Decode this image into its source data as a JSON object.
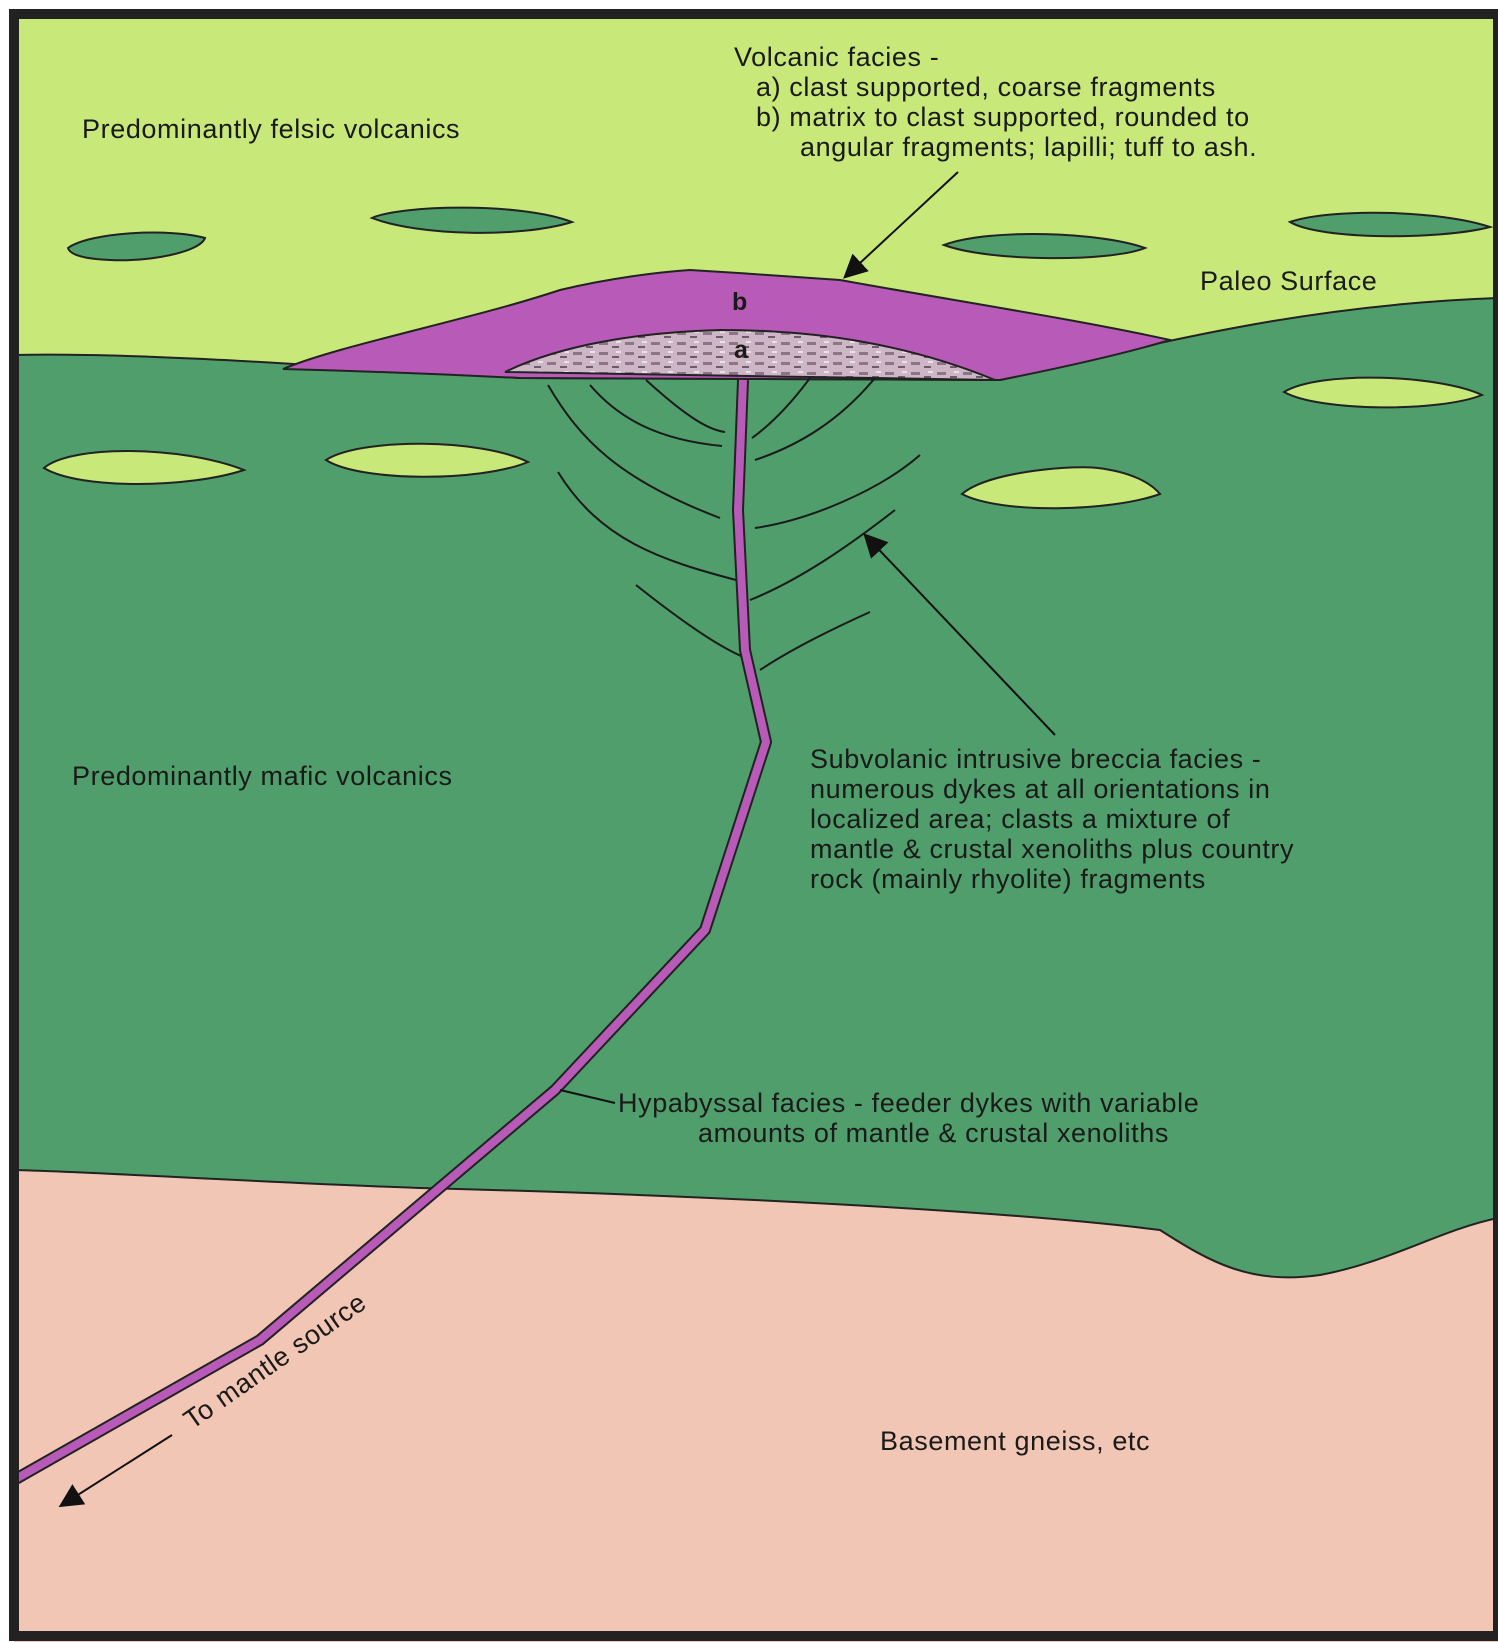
{
  "labels": {
    "felsic": "Predominantly felsic volcanics",
    "volcanic_title": "Volcanic facies -",
    "volcanic_a": "a) clast supported, coarse fragments",
    "volcanic_b1": "b) matrix to clast supported, rounded to",
    "volcanic_b2": "angular fragments; lapilli; tuff to ash.",
    "paleo": "Paleo Surface",
    "marker_a": "a",
    "marker_b": "b",
    "mafic": "Predominantly mafic volcanics",
    "subvolcanic_1": "Subvolanic intrusive breccia facies -",
    "subvolcanic_2": "numerous dykes at all orientations in",
    "subvolcanic_3": "localized area; clasts a mixture of",
    "subvolcanic_4": "mantle & crustal xenoliths plus country",
    "subvolcanic_5": "rock (mainly rhyolite) fragments",
    "hypabyssal_1": "Hypabyssal facies - feeder dykes with variable",
    "hypabyssal_2": "amounts of mantle & crustal xenoliths",
    "mantle": "To mantle source",
    "basement": "Basement gneiss, etc"
  },
  "colors": {
    "felsic": "#c9e87a",
    "mafic": "#4f9e6c",
    "basement": "#f2c6b4",
    "dyke": "#b85bb8",
    "breccia": "#cbb3c3",
    "frame": "#222222"
  }
}
